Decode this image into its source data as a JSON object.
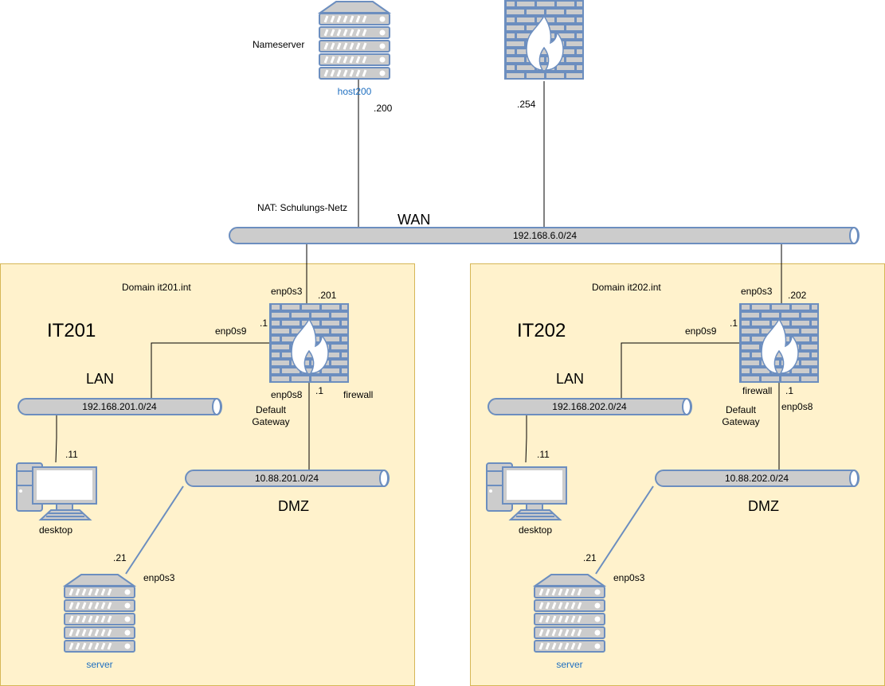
{
  "wan": {
    "title": "WAN",
    "network": "192.168.6.0/24",
    "nat_label": "NAT: Schulungs-Netz"
  },
  "nameserver": {
    "role_label": "Nameserver",
    "hostname": "host200",
    "ip_suffix": ".200"
  },
  "gateway_firewall": {
    "ip_suffix": ".254"
  },
  "sites": [
    {
      "name": "IT201",
      "domain": "Domain it201.int",
      "lan_label": "LAN",
      "lan_network": "192.168.201.0/24",
      "dmz_label": "DMZ",
      "dmz_network": "10.88.201.0/24",
      "firewall": {
        "label": "firewall",
        "wan_iface": "enp0s3",
        "wan_ip": ".201",
        "lan_iface": "enp0s9",
        "lan_ip": ".1",
        "dmz_iface": "enp0s8",
        "dmz_ip": ".1",
        "default_gateway": "Default Gateway"
      },
      "desktop": {
        "label": "desktop",
        "ip": ".11"
      },
      "server": {
        "label": "server",
        "ip": ".21",
        "iface": "enp0s3"
      }
    },
    {
      "name": "IT202",
      "domain": "Domain it202.int",
      "lan_label": "LAN",
      "lan_network": "192.168.202.0/24",
      "dmz_label": "DMZ",
      "dmz_network": "10.88.202.0/24",
      "firewall": {
        "label": "firewall",
        "wan_iface": "enp0s3",
        "wan_ip": ".202",
        "lan_iface": "enp0s9",
        "lan_ip": ".1",
        "dmz_iface": "enp0s8",
        "dmz_ip": ".1",
        "default_gateway": "Default Gateway"
      },
      "desktop": {
        "label": "desktop",
        "ip": ".11"
      },
      "server": {
        "label": "server",
        "ip": ".21",
        "iface": "enp0s3"
      }
    }
  ],
  "colors": {
    "zone_fill": "#fff2cc",
    "zone_border": "#d6b656",
    "device_stroke": "#6c8ebf",
    "device_fill": "#cccccc",
    "link_blue": "#6c8ebf",
    "label_blue": "#1f6fc0"
  }
}
